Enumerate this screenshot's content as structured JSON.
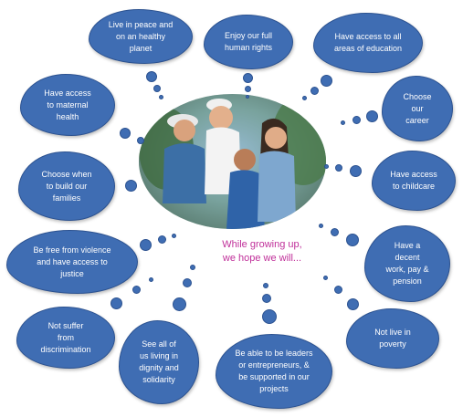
{
  "center": {
    "text": "While growing up,\nwe hope we will..."
  },
  "clouds": [
    {
      "id": "peace",
      "text": "Live in peace and\non an healthy\nplanet"
    },
    {
      "id": "rights",
      "text": "Enjoy our full\nhuman rights"
    },
    {
      "id": "education",
      "text": "Have access to all\nareas of education"
    },
    {
      "id": "maternal",
      "text": "Have access\nto maternal\nhealth"
    },
    {
      "id": "career",
      "text": "Choose\nour\ncareer"
    },
    {
      "id": "families",
      "text": "Choose when\nto build our\nfamilies"
    },
    {
      "id": "childcare",
      "text": "Have access\nto childcare"
    },
    {
      "id": "violence",
      "text": "Be free from violence\nand have access to\njustice"
    },
    {
      "id": "work",
      "text": "Have a\ndecent\nwork, pay &\npension"
    },
    {
      "id": "discrimination",
      "text": "Not suffer\nfrom\ndiscrimination"
    },
    {
      "id": "dignity",
      "text": "See all of\nus living in\ndignity and\nsolidarity"
    },
    {
      "id": "leaders",
      "text": "Be able to be leaders\nor entrepreneurs, &\nbe supported in our\nprojects"
    },
    {
      "id": "poverty",
      "text": "Not live in\npoverty"
    }
  ],
  "colors": {
    "cloud_fill": "#3f6db3",
    "cloud_border": "#2c5290",
    "center_text": "#c0309a"
  }
}
